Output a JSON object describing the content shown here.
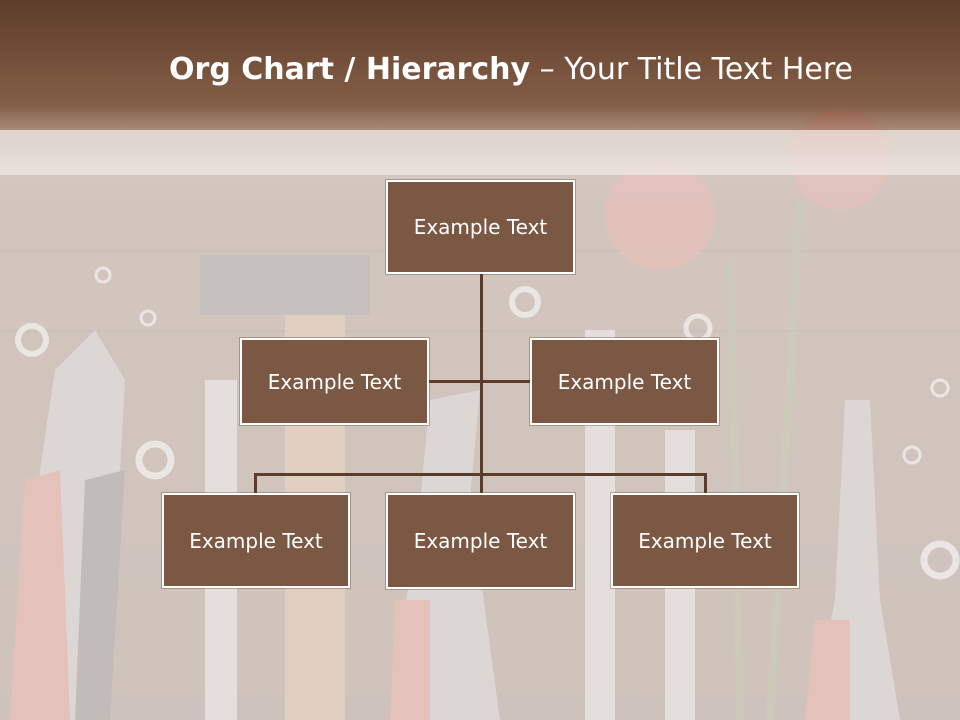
{
  "slide": {
    "title_bold": "Org Chart / Hierarchy",
    "title_dash": "–",
    "title_rest": "Your Title Text Here"
  },
  "org_chart": {
    "root": "Example Text",
    "assistants": [
      "Example Text",
      "Example Text"
    ],
    "children": [
      "Example Text",
      "Example Text",
      "Example Text"
    ]
  },
  "colors": {
    "box_fill": "#7a5843",
    "box_border": "#ffffff",
    "connector": "#5b3c2a",
    "title_band": "#7a5640"
  }
}
